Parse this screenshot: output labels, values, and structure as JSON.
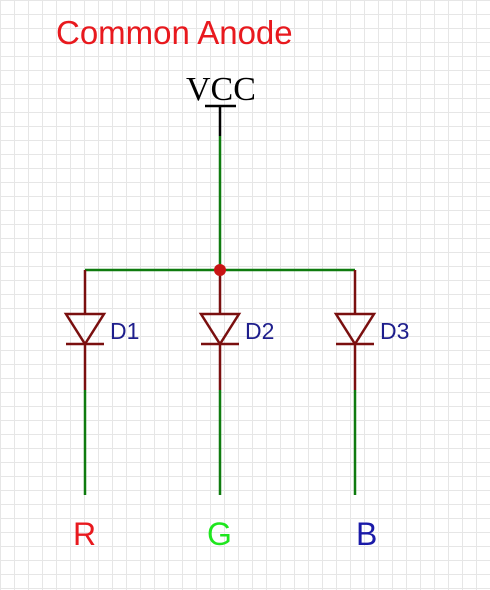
{
  "title": "Common Anode",
  "power": {
    "label": "VCC"
  },
  "diodes": [
    {
      "designator": "D1",
      "net": "R"
    },
    {
      "designator": "D2",
      "net": "G"
    },
    {
      "designator": "D3",
      "net": "B"
    }
  ],
  "colors": {
    "title": "#e8191e",
    "wire": "#0f7b0f",
    "component": "#7a0f0f",
    "junction": "#c81414",
    "designator": "#1e1e8c",
    "power_label": "#000000",
    "net_r": "#e8191e",
    "net_g": "#1ee61e",
    "net_b": "#1a1aa8"
  }
}
